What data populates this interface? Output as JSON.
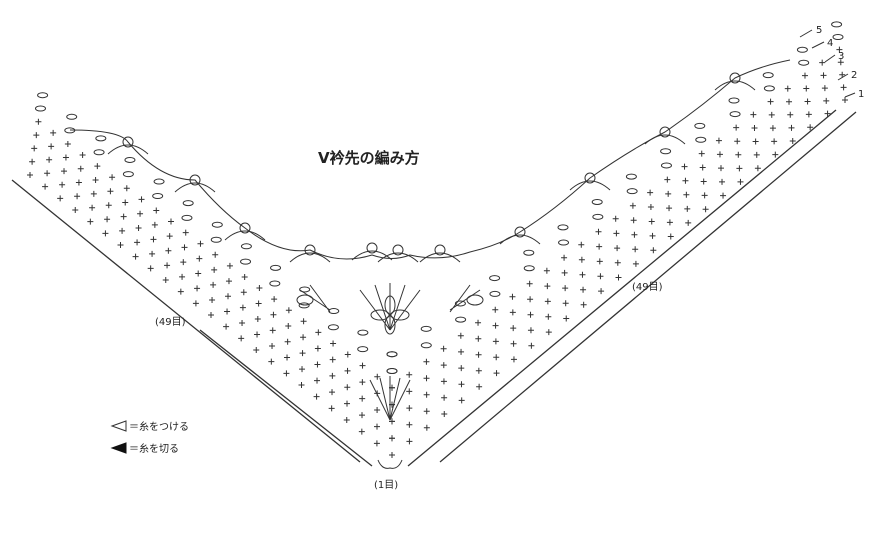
{
  "title": "V衿先の編み方",
  "labels": {
    "left_count": "(49目)",
    "right_count": "(49目)",
    "center_count": "(1目)"
  },
  "row_numbers": [
    "1",
    "2",
    "3",
    "4",
    "5"
  ],
  "legend": [
    {
      "symbol": "hollow-triangle",
      "text": "＝糸をつける"
    },
    {
      "symbol": "filled-triangle",
      "text": "＝糸を切る"
    }
  ]
}
